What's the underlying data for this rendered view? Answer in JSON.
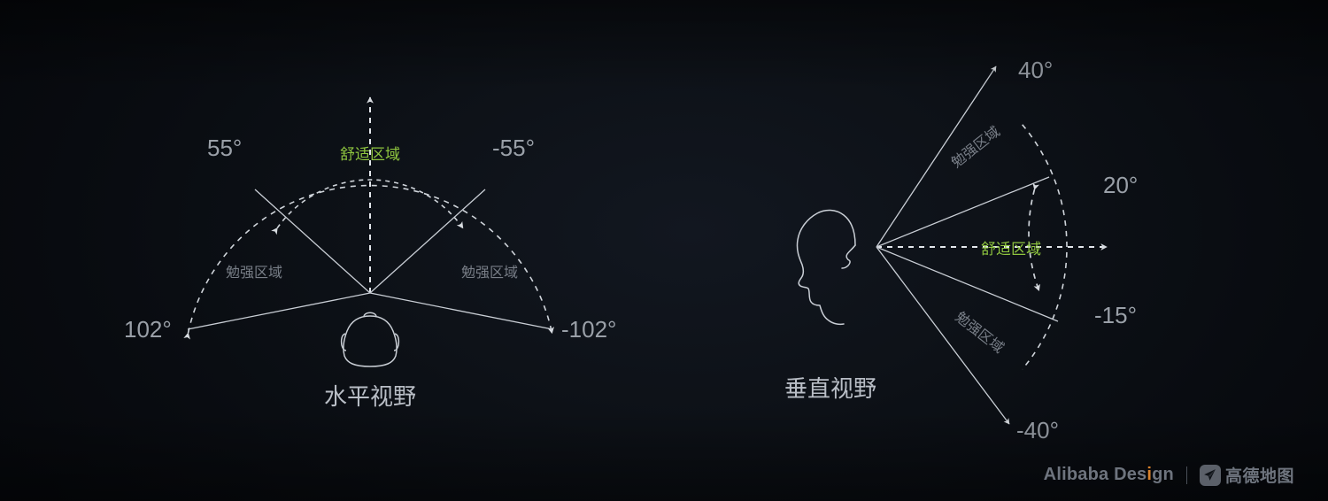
{
  "background": {
    "base_color": "#0a0d12",
    "glow_color": "#121720"
  },
  "palette": {
    "stroke": "#d7dbe0",
    "label_gray": "#9aa0a8",
    "label_gray_dim": "#787e87",
    "comfort_green": "#8fc63f",
    "brand_gray": "#6e747e",
    "brand_accent": "#d9822b"
  },
  "horizontal": {
    "title": "水平视野",
    "comfort_label": "舒适区域",
    "strain_label_left": "勉强区域",
    "strain_label_right": "勉强区域",
    "angles": {
      "comfort_left": "55°",
      "comfort_right": "-55°",
      "extent_left": "102°",
      "extent_right": "-102°"
    }
  },
  "vertical": {
    "title": "垂直视野",
    "comfort_label": "舒适区域",
    "strain_label_upper": "勉强区域",
    "strain_label_lower": "勉强区域",
    "angles": {
      "upper_extent": "40°",
      "comfort_upper": "20°",
      "comfort_lower": "-15°",
      "lower_extent": "-40°"
    }
  },
  "branding": {
    "alibaba_before": "Al",
    "alibaba_mid": "ibaba Des",
    "alibaba_i": "i",
    "alibaba_after": "gn",
    "amap_name": "高德地图"
  }
}
